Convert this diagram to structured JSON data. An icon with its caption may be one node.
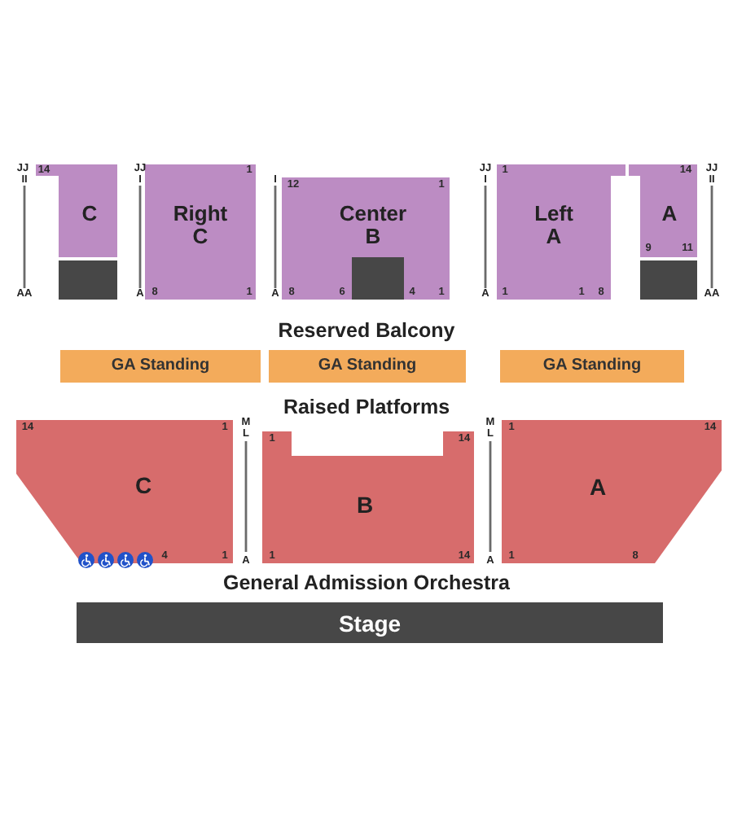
{
  "diagram": {
    "nodes": [
      {
        "text": [
          "C",
          "14"
        ]
      },
      {
        "text": [],
        "shape": "box"
      },
      {
        "text": [
          "Right C",
          "1",
          "8",
          "1"
        ]
      },
      {
        "text": [
          "Center B",
          "12",
          "1",
          "8",
          "6",
          "4",
          "1"
        ]
      },
      {
        "text": [],
        "shape": "box",
        "in": 3
      },
      {
        "text": [
          "Left A",
          "1",
          "1",
          "1",
          "8"
        ]
      },
      {
        "text": [
          "A",
          "14",
          "9",
          "11"
        ]
      },
      {
        "text": [],
        "shape": "box"
      },
      {
        "text": [
          "GA Standing"
        ]
      },
      {
        "text": [
          "GA Standing"
        ]
      },
      {
        "text": [
          "GA Standing"
        ]
      },
      {
        "text": [
          "C",
          "14",
          "1",
          "4",
          "1"
        ]
      },
      {
        "text": [],
        "shape": "picture"
      },
      {
        "text": [],
        "shape": "picture"
      },
      {
        "text": [],
        "shape": "picture"
      },
      {
        "text": [],
        "shape": "picture"
      },
      {
        "text": [
          "B",
          "1",
          "14",
          "1",
          "14"
        ]
      },
      {
        "text": [
          "A",
          "1",
          "14",
          "1",
          "8"
        ]
      },
      {
        "text": [
          "Stage"
        ]
      }
    ],
    "labels": [
      "JJ",
      "JJ",
      "JJ",
      "JJ",
      "II",
      "I",
      "I",
      "I",
      "II",
      "AA",
      "A",
      "A",
      "A",
      "AA",
      "Reserved Balcony",
      "Raised Platforms",
      "M",
      "M",
      "L",
      "L",
      "A",
      "A",
      "General Admission Orchestra"
    ]
  }
}
